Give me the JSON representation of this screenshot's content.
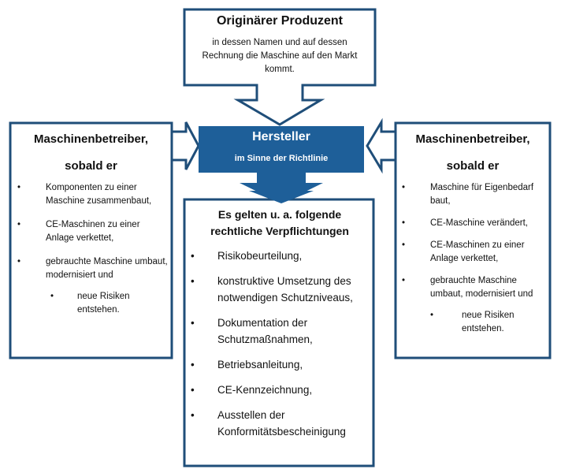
{
  "top": {
    "title": "Originärer Produzent",
    "text": "in dessen Namen und auf dessen Rechnung die Maschine auf den Markt kommt."
  },
  "hersteller": {
    "title": "Hersteller",
    "subtitle": "im Sinne der Richtlinie"
  },
  "left": {
    "title_line1": "Maschinenbetreiber,",
    "title_line2": "sobald er",
    "items": [
      "Komponenten zu einer Maschine zusammenbaut,",
      "CE-Maschinen zu einer Anlage verkettet,",
      "gebrauchte Maschine umbaut, modernisiert und"
    ],
    "sub_item": "neue Risiken entstehen."
  },
  "right": {
    "title_line1": "Maschinenbetreiber,",
    "title_line2": "sobald er",
    "items": [
      "Maschine für Eigenbedarf baut,",
      "CE-Maschine verändert,",
      "CE-Maschinen zu einer Anlage verkettet,",
      "gebrauchte Maschine umbaut, modernisiert und"
    ],
    "sub_item": "neue Risiken entstehen."
  },
  "bottom": {
    "title": "Es gelten u. a. folgende rechtliche Verpflichtungen",
    "items": [
      "Risikobeurteilung,",
      "konstruktive Umsetzung des notwendigen Schutzniveaus,",
      "Dokumentation der Schutzmaßnahmen,",
      "Betriebsanleitung,",
      "CE-Kennzeichnung,",
      "Ausstellen der Konformitätsbescheinigung"
    ]
  },
  "colors": {
    "navy": "#1f4e79",
    "blue": "#1e5f99"
  }
}
